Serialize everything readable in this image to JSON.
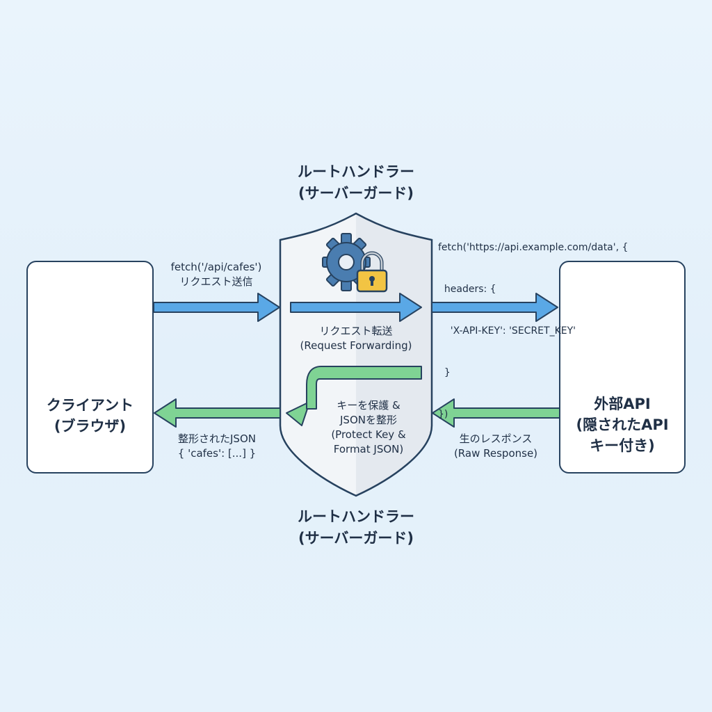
{
  "top_heading": {
    "line1": "ルートハンドラー",
    "line2": "(サーバーガード)"
  },
  "bottom_heading": {
    "line1": "ルートハンドラー",
    "line2": "(サーバーガード)"
  },
  "client": {
    "line1": "クライアント",
    "line2": "(ブラウザ)"
  },
  "external_api": {
    "line1": "外部API",
    "line2": "(隠されたAPI",
    "line3": "キー付き)"
  },
  "request_left": {
    "line1": "fetch('/api/cafes')",
    "line2": "リクエスト送信"
  },
  "request_forwarding": {
    "line1": "リクエスト転送",
    "line2": "(Request Forwarding)"
  },
  "external_fetch_code": {
    "line1": "fetch('https://api.example.com/data', {",
    "line2": "  headers: {",
    "line3": "    'X-API-KEY': 'SECRET_KEY'",
    "line4": "  }",
    "line5": "})"
  },
  "protect_format": {
    "line1": "キーを保護 &",
    "line2": "JSONを整形",
    "line3": "(Protect Key &",
    "line4": "Format JSON)"
  },
  "raw_response": {
    "line1": "生のレスポンス",
    "line2": "(Raw Response)"
  },
  "formatted_json": {
    "line1": "整形されたJSON",
    "line2": "{ 'cafes': [...] }"
  },
  "colors": {
    "request_arrow": "#5aa8e6",
    "response_arrow": "#7fd394",
    "outline": "#27425f",
    "lock_gold": "#f2c443",
    "cloud_blue": "#9ccaf0",
    "lock_green": "#6cc47e"
  }
}
